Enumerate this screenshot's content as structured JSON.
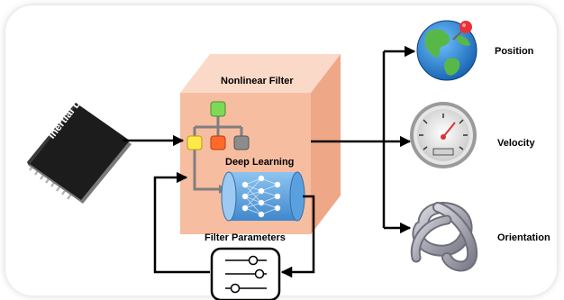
{
  "diagram": {
    "input_label": "Inertial Data",
    "filter_label": "Nonlinear Filter",
    "deep_learning_label": "Deep Learning",
    "params_label": "Filter Parameters",
    "outputs": [
      {
        "label": "Position",
        "icon": "globe-icon"
      },
      {
        "label": "Velocity",
        "icon": "speedometer-icon"
      },
      {
        "label": "Orientation",
        "icon": "rotation-knot-icon"
      }
    ]
  }
}
